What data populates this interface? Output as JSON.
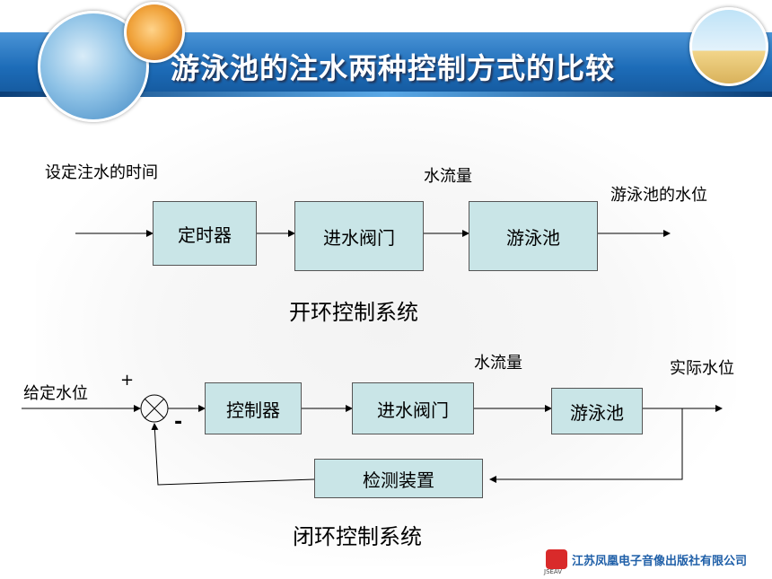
{
  "title": "游泳池的注水两种控制方式的比较",
  "open_loop": {
    "input_label": "设定注水的时间",
    "flow_label": "水流量",
    "output_label": "游泳池的水位",
    "boxes": {
      "timer": "定时器",
      "valve": "进水阀门",
      "pool": "游泳池"
    },
    "caption": "开环控制系统"
  },
  "closed_loop": {
    "input_label": "给定水位",
    "plus_sign": "+",
    "minus_sign": "-",
    "flow_label": "水流量",
    "output_label": "实际水位",
    "boxes": {
      "controller": "控制器",
      "valve": "进水阀门",
      "pool": "游泳池",
      "sensor": "检测装置"
    },
    "caption": "闭环控制系统"
  },
  "footer": {
    "publisher": "江苏凤凰电子音像出版社有限公司",
    "logo_text": "JSEAV"
  }
}
